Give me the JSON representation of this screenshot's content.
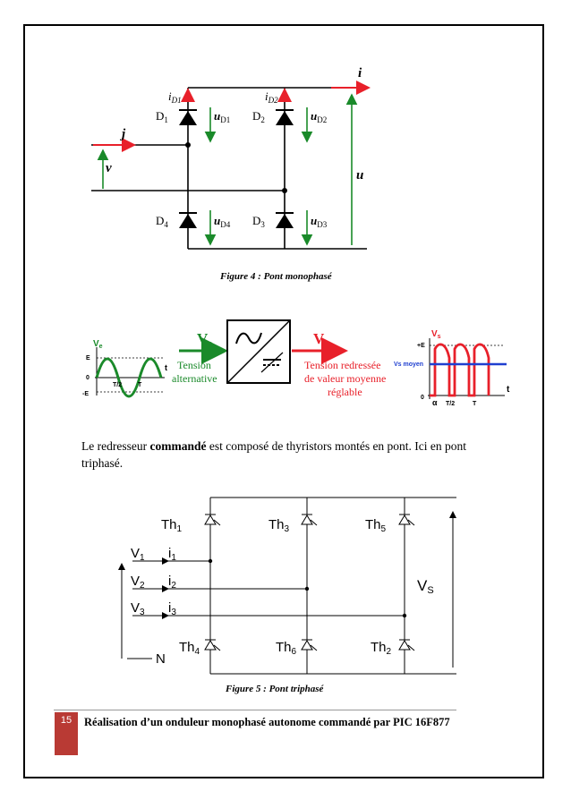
{
  "figure4": {
    "caption": "Figure 4 : Pont monophasé",
    "labels": {
      "i": "i",
      "j": "j",
      "v": "v",
      "u": "u",
      "d1": "D",
      "d1_sub": "1",
      "d2": "D",
      "d2_sub": "2",
      "d3": "D",
      "d3_sub": "3",
      "d4": "D",
      "d4_sub": "4",
      "id1": "i",
      "id1_sub": "D1",
      "id2": "i",
      "id2_sub": "D2",
      "ud1": "u",
      "ud1_sub": "D1",
      "ud2": "u",
      "ud2_sub": "D2",
      "ud3": "u",
      "ud3_sub": "D3",
      "ud4": "u",
      "ud4_sub": "D4"
    }
  },
  "block_diagram": {
    "ve": "V",
    "ve_sub": "e",
    "vs": "V",
    "vs_sub": "s",
    "input_label_line1": "Tension",
    "input_label_line2": "alternative",
    "output_label_line1": "Tension redressée",
    "output_label_line2": "de valeur moyenne",
    "output_label_line3": "réglable",
    "left_plot": {
      "ve": "V",
      "ve_sub": "e",
      "e": "E",
      "zero": "0",
      "neg_e": "-E",
      "t_half": "T/2",
      "t_full": "T",
      "t": "t"
    },
    "right_plot": {
      "vs": "V",
      "vs_sub": "s",
      "plus_e": "+E",
      "vs_moyen": "Vs moyen",
      "zero": "0",
      "alpha": "α",
      "t_half": "T/2",
      "t_full": "T",
      "t": "t"
    }
  },
  "paragraph": {
    "before": "Le redresseur ",
    "bold": "commandé",
    "after": " est composé de thyristors montés en pont. Ici en pont triphasé."
  },
  "figure5": {
    "caption": "Figure 5 :  Pont triphasé",
    "labels": {
      "th1": "Th",
      "th1_sub": "1",
      "th3": "Th",
      "th3_sub": "3",
      "th5": "Th",
      "th5_sub": "5",
      "th4": "Th",
      "th4_sub": "4",
      "th6": "Th",
      "th6_sub": "6",
      "th2": "Th",
      "th2_sub": "2",
      "v1": "V",
      "v1_sub": "1",
      "v2": "V",
      "v2_sub": "2",
      "v3": "V",
      "v3_sub": "3",
      "i1": "i",
      "i1_sub": "1",
      "i2": "i",
      "i2_sub": "2",
      "i3": "i",
      "i3_sub": "3",
      "vs": "V",
      "vs_sub": "S",
      "n": "N"
    }
  },
  "footer": {
    "page_number": "15",
    "title": "Réalisation d’un onduleur monophasé autonome commandé par PIC 16F877"
  },
  "colors": {
    "red": "#e8202a",
    "green": "#1a8a2a",
    "blue": "#1f3fd0",
    "page_red": "#b93a34"
  }
}
